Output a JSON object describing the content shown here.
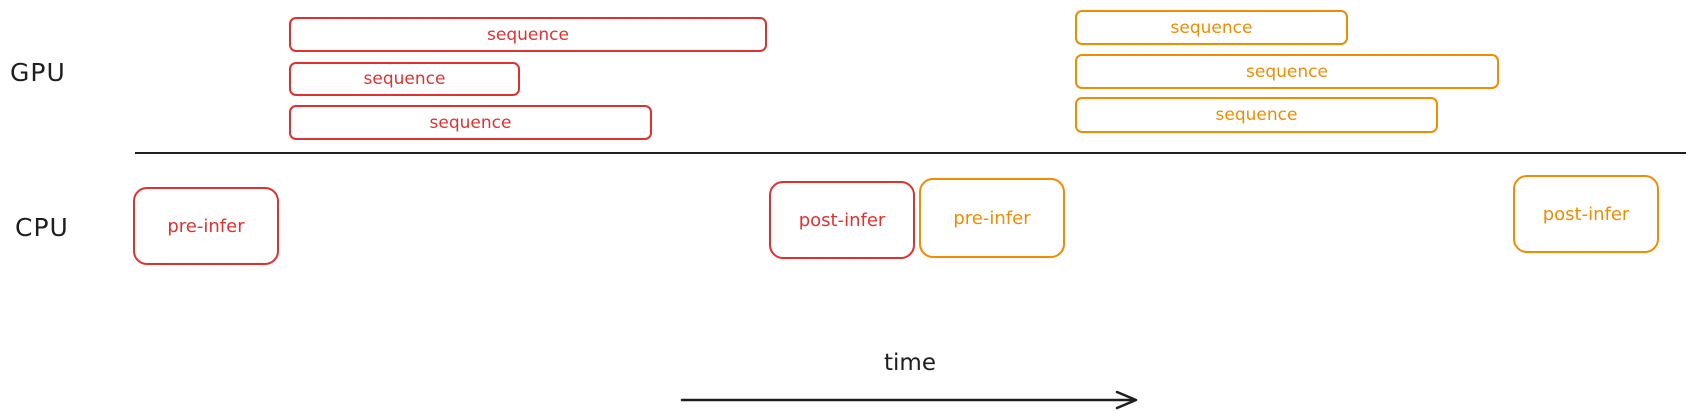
{
  "lanes": {
    "gpu_label": "GPU",
    "cpu_label": "CPU"
  },
  "colors": {
    "batch1": "#e03131",
    "batch2": "#f08c00",
    "ink": "#1e1e1e"
  },
  "gpu": {
    "batch1": [
      "sequence",
      "sequence",
      "sequence"
    ],
    "batch2": [
      "sequence",
      "sequence",
      "sequence"
    ]
  },
  "cpu": {
    "batch1_pre": "pre-infer",
    "batch1_post": "post-infer",
    "batch2_pre": "pre-infer",
    "batch2_post": "post-infer"
  },
  "axis": {
    "label": "time"
  }
}
